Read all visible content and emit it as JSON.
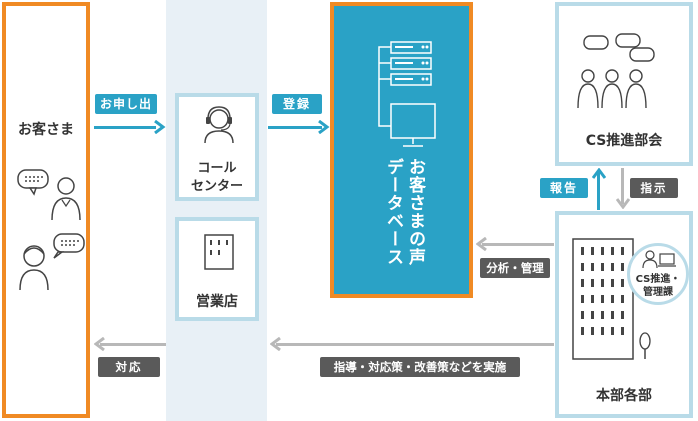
{
  "customer": {
    "label": "お客さま"
  },
  "call_center": {
    "label_line1": "コール",
    "label_line2": "センター"
  },
  "store": {
    "label": "営業店"
  },
  "database": {
    "label_line1": "お客さまの声",
    "label_line2": "データベース"
  },
  "cs_committee": {
    "label": "CS推進部会"
  },
  "headquarters": {
    "label": "本部各部",
    "badge_line1": "CS推進・",
    "badge_line2": "管理課"
  },
  "arrows": {
    "request": "お申し出",
    "register": "登録",
    "report": "報告",
    "instruct": "指示",
    "analyze": "分析・管理",
    "guidance": "指導・対応策・改善策などを実施",
    "respond": "対応"
  },
  "colors": {
    "accent_blue": "#2aa2c6",
    "accent_orange": "#f08a24",
    "pale_blue": "#b9dbe8",
    "gray": "#5a5a5a"
  }
}
